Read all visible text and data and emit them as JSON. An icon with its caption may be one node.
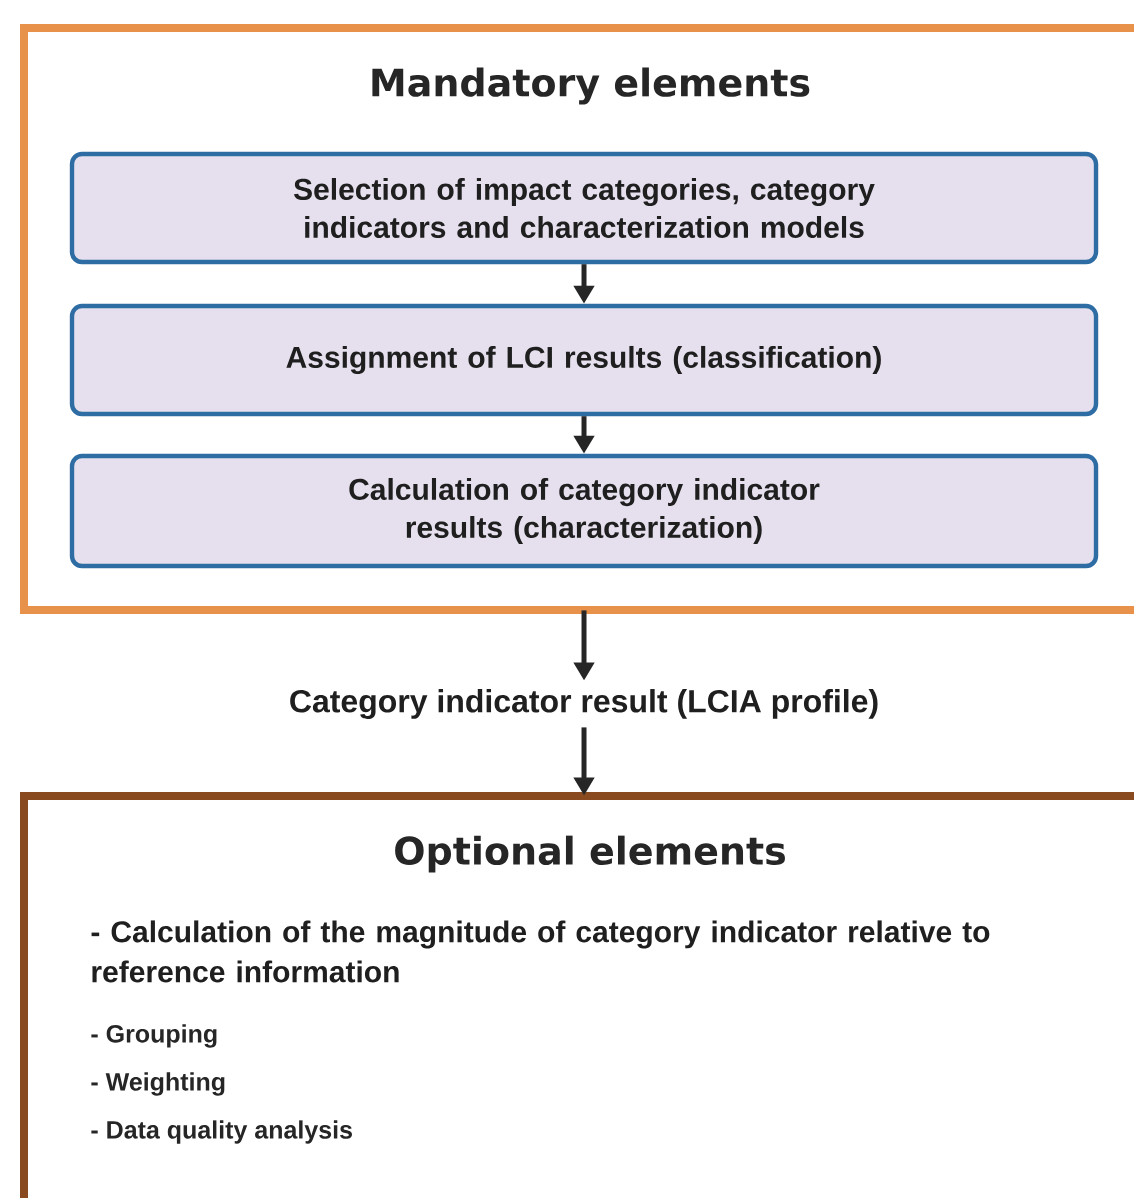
{
  "diagram": {
    "nodes": [
      {
        "text": [
          "Mandatory elements"
        ]
      },
      {
        "text": [
          "Selection of impact categories, category indicators and characterization models"
        ],
        "in": 0
      },
      {
        "text": [
          "Assignment of LCI results (classification)"
        ],
        "in": 0
      },
      {
        "text": [
          "Calculation of category indicator results (characterization)"
        ],
        "in": 0
      },
      {
        "text": [
          "Category indicator result (LCIA profile)"
        ]
      },
      {
        "text": [
          "Optional elements",
          "- Calculation of the magnitude of category indicator relative to reference information",
          "- Grouping",
          "- Weighting",
          "- Data quality analysis"
        ]
      }
    ],
    "edges": [
      {
        "from": 1,
        "to": 2,
        "arrow": "to"
      },
      {
        "from": 2,
        "to": 3,
        "arrow": "to"
      },
      {
        "from": 0,
        "to": 4,
        "arrow": "to"
      },
      {
        "from": 4,
        "to": 5,
        "arrow": "to"
      }
    ]
  }
}
